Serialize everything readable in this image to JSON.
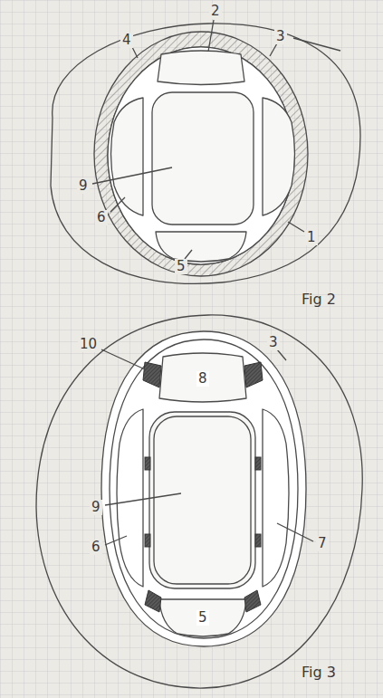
{
  "diagram": {
    "labels": [
      "4",
      "2",
      "3",
      "9",
      "6",
      "1",
      "5",
      "Fig 2",
      "10",
      "8",
      "3",
      "9",
      "6",
      "7",
      "5",
      "Fig 3"
    ]
  }
}
